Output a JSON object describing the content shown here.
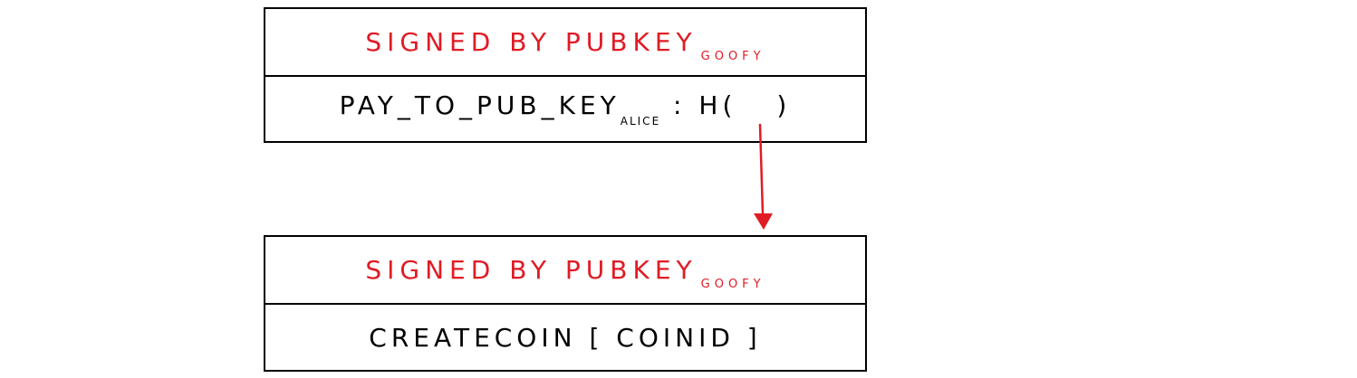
{
  "blocks": [
    {
      "signature": {
        "prefix": "SIGNED BY PUBKEY",
        "subscript": "GOOFY"
      },
      "statement": {
        "prefix": "PAY_TO_PUB_KEY",
        "subscript": "ALICE",
        "middle": " :  H(",
        "suffix": ")"
      }
    },
    {
      "signature": {
        "prefix": "SIGNED BY PUBKEY",
        "subscript": "GOOFY"
      },
      "statement": {
        "text": "CREATECOIN [ COINID ]"
      }
    }
  ],
  "colors": {
    "signature": "#e01b24",
    "arrow": "#e01b24",
    "border": "#000000"
  }
}
